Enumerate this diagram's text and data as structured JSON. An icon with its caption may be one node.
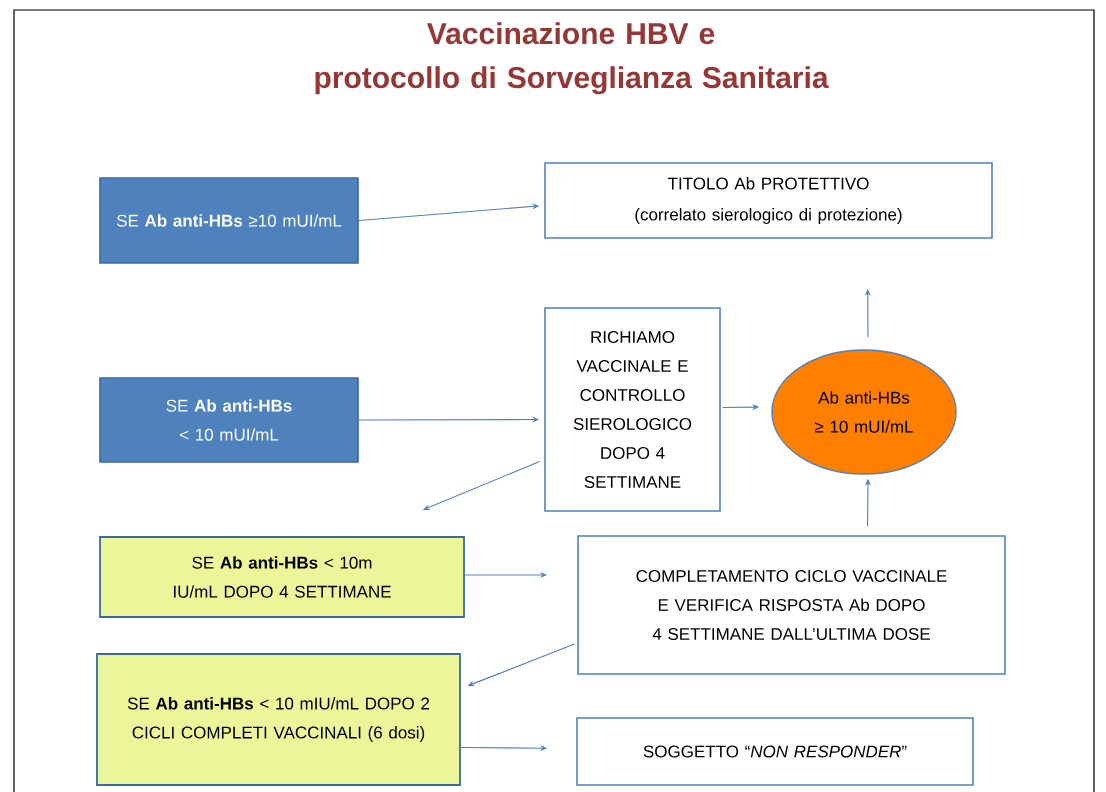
{
  "diagram": {
    "title": "Vaccinazione HBV e protocollo di Sorveglianza Sanitaria",
    "nodes": [
      {
        "text": [
          "SE **Ab anti-HBs**  ≥10 mUI/mL"
        ]
      },
      {
        "text": [
          "TITOLO Ab PROTETTIVO",
          "(correlato sierologico di protezione)"
        ]
      },
      {
        "text": [
          "SE **Ab anti-HBs** < 10 mUI/mL"
        ]
      },
      {
        "text": [
          "RICHIAMO VACCINALE E CONTROLLO SIEROLOGICO DOPO 4 SETTIMANE"
        ]
      },
      {
        "text": [
          "Ab anti-HBs ≥ 10 mUI/mL"
        ]
      },
      {
        "text": [
          "SE **Ab anti-HBs** < 10m IU/mL DOPO 4 SETTIMANE"
        ]
      },
      {
        "text": [
          "COMPLETAMENTO CICLO VACCINALE E VERIFICA RISPOSTA Ab DOPO 4 SETTIMANE DALL’ULTIMA DOSE"
        ]
      },
      {
        "text": [
          "SE **Ab anti-HBs**  < 10 mIU/mL DOPO 2 CICLI COMPLETI VACCINALI (6 dosi)"
        ]
      },
      {
        "text": [
          "SOGGETTO “*NON RESPONDER*”"
        ]
      }
    ],
    "edges": [
      {
        "from": 0,
        "to": 1,
        "arrow": "to"
      },
      {
        "from": 2,
        "to": 3,
        "arrow": "to"
      },
      {
        "from": 3,
        "to": 4,
        "arrow": "to"
      },
      {
        "from": 4,
        "to": 1,
        "arrow": "to"
      },
      {
        "from": 3,
        "to": 5,
        "arrow": "to"
      },
      {
        "from": 5,
        "to": 6,
        "arrow": "to"
      },
      {
        "from": 6,
        "to": 4,
        "arrow": "to"
      },
      {
        "from": 6,
        "to": 7,
        "arrow": "to"
      },
      {
        "from": 7,
        "to": 8,
        "arrow": "to"
      }
    ]
  }
}
